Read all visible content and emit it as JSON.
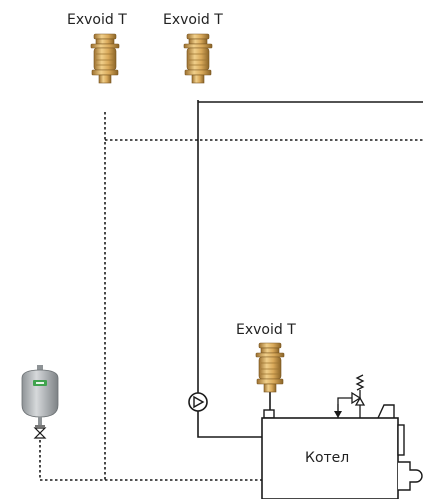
{
  "labels": {
    "vent_left": "Exvoid T",
    "vent_mid": "Exvoid T",
    "vent_boiler": "Exvoid T",
    "boiler": "Котел"
  },
  "colors": {
    "line": "#1a1a1a",
    "brass_light": "#e8c47a",
    "brass_mid": "#c9984a",
    "brass_dark": "#8a6428",
    "tank_grey": "#b8bcbf",
    "tank_dark": "#7d8285",
    "tank_badge": "#3fa34d"
  },
  "icons": [
    "air-vent-icon",
    "circulation-pump-icon",
    "expansion-vessel-icon",
    "safety-valve-icon",
    "isolation-valve-icon",
    "boiler-icon"
  ]
}
